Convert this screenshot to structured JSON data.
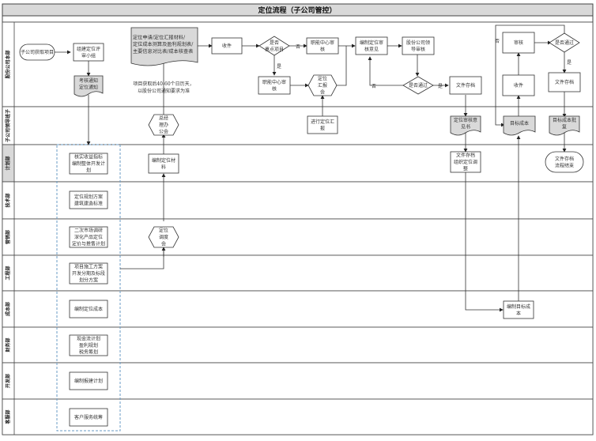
{
  "title": "定位流程（子公司管控）",
  "lanes": [
    {
      "label": "股份公司本部"
    },
    {
      "label": "子公司领导班子"
    },
    {
      "label": "计划部"
    },
    {
      "label": "技术部"
    },
    {
      "label": "营销部"
    },
    {
      "label": "工程部"
    },
    {
      "label": "成本部"
    },
    {
      "label": "财务部"
    },
    {
      "label": "开发部"
    },
    {
      "label": "客服部"
    }
  ],
  "nodes": {
    "start": "子公司获取项目",
    "form_team": [
      "组建定位评",
      "审小组"
    ],
    "notice_doc": [
      "考核通知",
      "定位通知"
    ],
    "materials_doc": [
      "定位申请/定位汇报材料/",
      "定位成本测算及盈利规划表/",
      "主要信息对比表/成本核查表"
    ],
    "note": [
      "项目获取后40-60个日历天，",
      "以股份公司通知要求为准"
    ],
    "receive1": "收件",
    "is_key_project": [
      "是否",
      "重点项目"
    ],
    "func_review_top": [
      "职能中心审",
      "核"
    ],
    "func_review_bottom": [
      "职能中心审",
      "核"
    ],
    "position_meeting": [
      "定位",
      "汇报",
      "会"
    ],
    "compile_opinion": [
      "编制定位审",
      "核意见"
    ],
    "leader_review": [
      "股份公司领",
      "导审核"
    ],
    "passed1": "是否通过",
    "archive1": "文件存档",
    "review2": "审核",
    "passed2": "是否通过",
    "receive2": "收件",
    "archive2": "文件存档",
    "report_position": [
      "进行定位汇",
      "报"
    ],
    "gm_meeting": [
      "总经",
      "理办",
      "公会"
    ],
    "opinion_doc": [
      "定位审核意",
      "见书"
    ],
    "target_cost_doc": "目标成本",
    "target_cost_reply": [
      "目标成本批",
      "复"
    ],
    "compile_materials": [
      "编制定位材",
      "料"
    ],
    "plan_task": [
      "核实收益指标",
      "编制整体开发计",
      "划"
    ],
    "archive_adjust": [
      "文件存档",
      "组织定位调",
      "整"
    ],
    "end": [
      "文件存档",
      "流程结束"
    ],
    "tech_task": [
      "定位规划方案",
      "建筑建造标准"
    ],
    "coord_meeting": [
      "定位",
      "调度",
      "会"
    ],
    "marketing_task": [
      "二次市场调研",
      "深化产品定位",
      "定价与推售计划"
    ],
    "engineering_task": [
      "项目施工方案",
      "开发分期及标段",
      "划分方案"
    ],
    "cost_task": "编制定位成本",
    "compile_target_cost": [
      "编制目标成",
      "本"
    ],
    "finance_task": [
      "现金流计划",
      "盈利规划",
      "税务筹划"
    ],
    "dev_task": "编制报建计划",
    "service_task": "客户服务统筹"
  },
  "edge_labels": {
    "yes": "是",
    "no": "否"
  },
  "colors": {
    "doc_fill": "#d9d9d9",
    "title_fill": "#d9d9d9",
    "highlight_lane": "#d9d9d9",
    "line": "#333333",
    "dashed_group": "#6a9bc6"
  }
}
